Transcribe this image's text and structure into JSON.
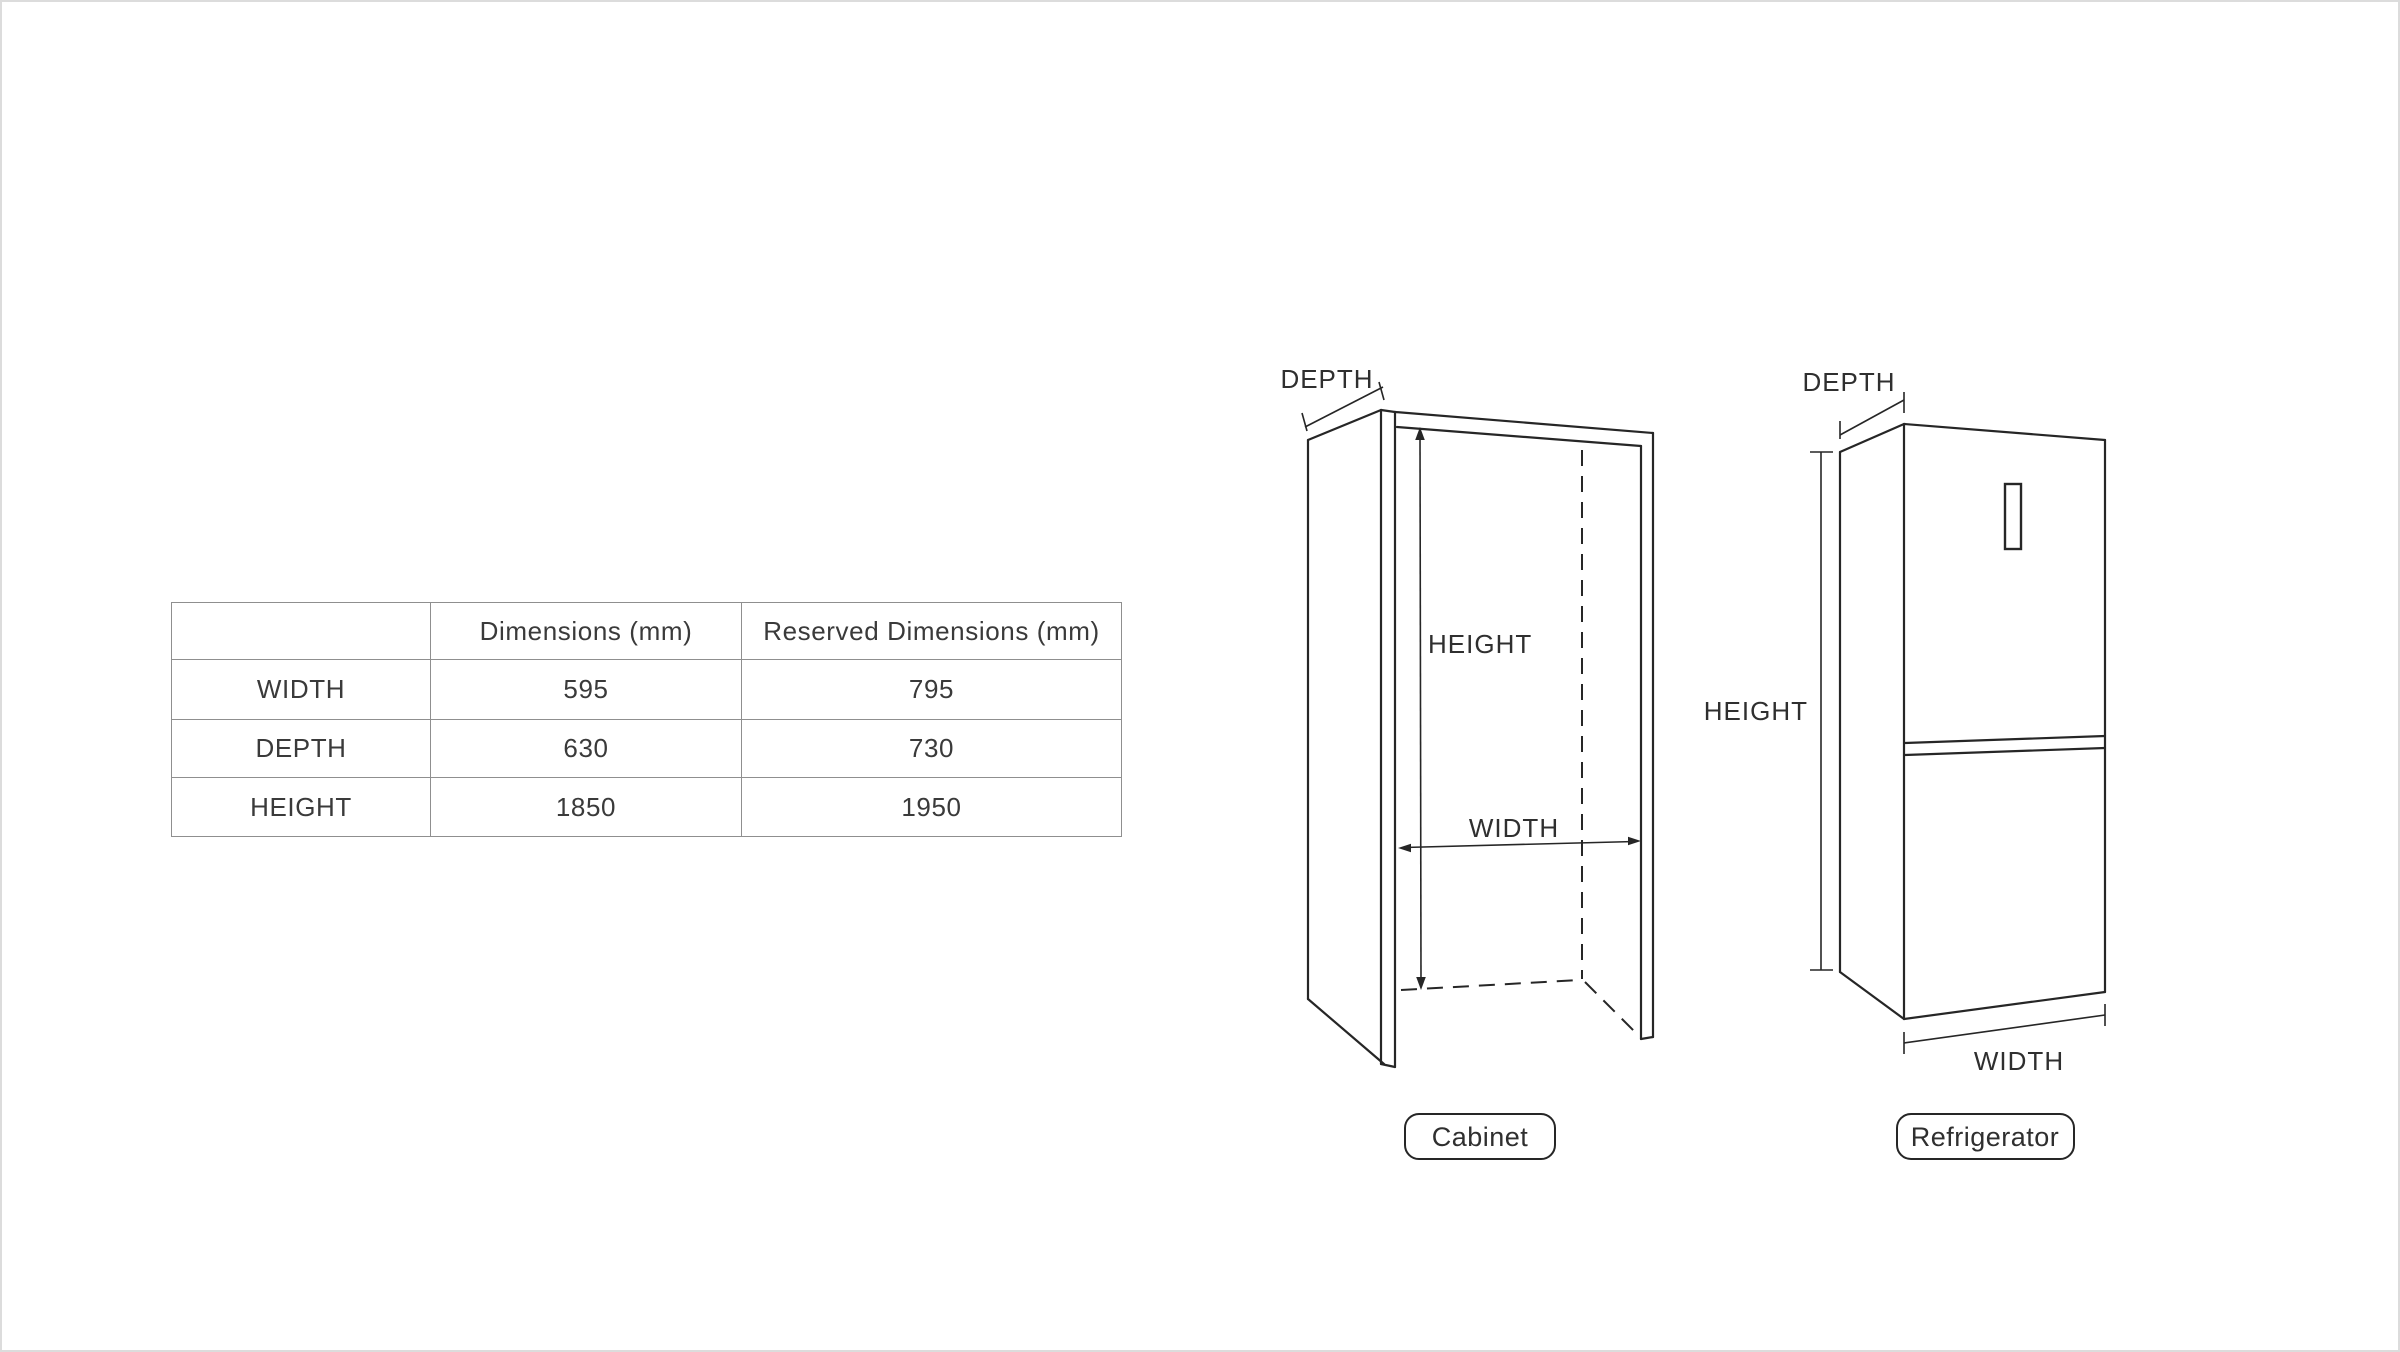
{
  "page": {
    "background": "#ffffff",
    "frame_border_color": "#dcdcdc"
  },
  "table": {
    "header": {
      "corner": "",
      "dimensions": "Dimensions (mm)",
      "reserved": "Reserved Dimensions (mm)"
    },
    "rows": [
      {
        "label": "WIDTH",
        "dimensions": "595",
        "reserved": "795"
      },
      {
        "label": "DEPTH",
        "dimensions": "630",
        "reserved": "730"
      },
      {
        "label": "HEIGHT",
        "dimensions": "1850",
        "reserved": "1950"
      }
    ]
  },
  "cabinet": {
    "depth_label": "DEPTH",
    "height_label": "HEIGHT",
    "width_label": "WIDTH",
    "caption": "Cabinet"
  },
  "refrigerator": {
    "depth_label": "DEPTH",
    "height_label": "HEIGHT",
    "width_label": "WIDTH",
    "caption": "Refrigerator"
  },
  "colors": {
    "line": "#262626",
    "text": "#2f2f2f",
    "table_border": "#8f8f8f"
  }
}
